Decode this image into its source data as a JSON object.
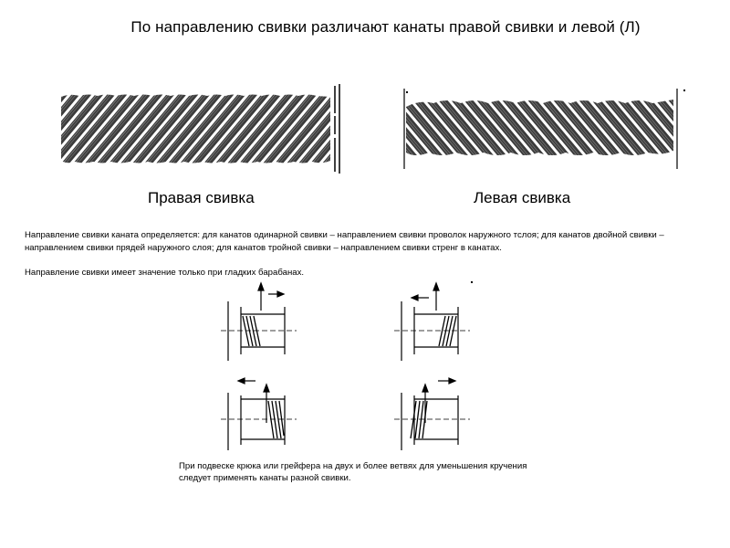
{
  "title": "По направлению свивки различают канаты правой свивки и левой (Л)",
  "captions": {
    "right_lay": "Правая свивка",
    "left_lay": "Левая свивка"
  },
  "paragraphs": {
    "lay_definition": "Направление свивки каната определяется: для канатов одинарной свивки – направлением свивки проволок наружного тслоя; для канатов двойной свивки – направлением свивки прядей наружного слоя; для канатов тройной свивки – направлением свивки стренг в канатах.",
    "smooth_drums": "Направление свивки имеет значение только при гладких барабанах."
  },
  "bottom_note": "При подвеске крюка или грейфера на двух и более ветвях для уменьшения кручения следует применять канаты разной свивки.",
  "colors": {
    "ink": "#000000",
    "rope_fill": "#5a5a5a",
    "background": "#ffffff"
  }
}
